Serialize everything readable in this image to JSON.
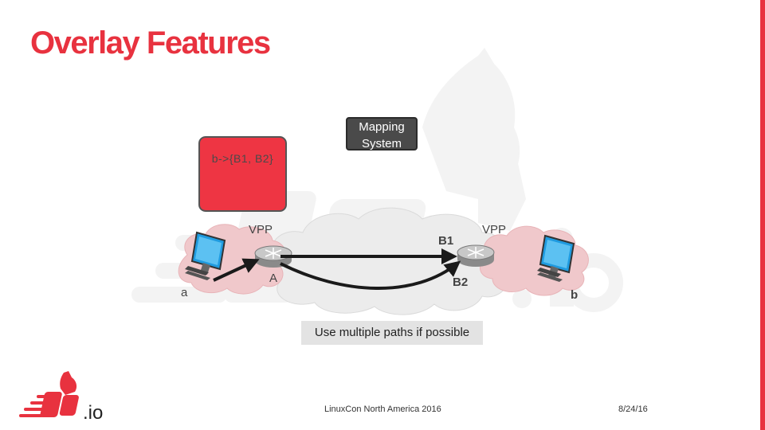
{
  "slide": {
    "title": "Overlay Features",
    "footer_center": "LinuxCon North America 2016",
    "footer_date": "8/24/16",
    "accent_color": "#e8323f"
  },
  "diagram": {
    "mapping_system": [
      "Mapping",
      "System"
    ],
    "fib_entry": "b->{B1, B2}",
    "vpp_left": "VPP",
    "vpp_right": "VPP",
    "router_a": "A",
    "locator_b1": "B1",
    "locator_b2": "B2",
    "host_a": "a",
    "host_b": "b",
    "caption": "Use multiple paths if possible"
  },
  "logo": {
    "text": ".io",
    "icon": "fdio-dog-logo-icon"
  }
}
